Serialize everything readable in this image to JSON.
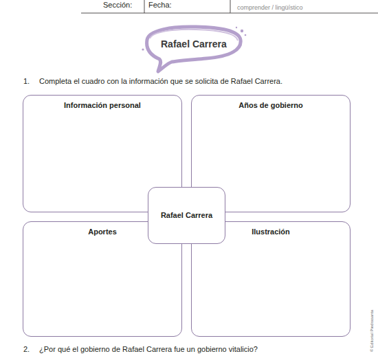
{
  "diagram": {
    "title": "Rafael Carrera",
    "nodes": [
      {
        "text": [
          "Información personal"
        ]
      },
      {
        "text": [
          "Años de gobierno"
        ]
      },
      {
        "text": [
          "Rafael Carrera"
        ]
      },
      {
        "text": [
          "Aportes"
        ]
      },
      {
        "text": [
          "Ilustración"
        ]
      }
    ],
    "labels": [
      "Sección:",
      "Fecha:",
      "comprender / lingüístico",
      "1.",
      "Completa el cuadro con la información que se solicita de Rafael Carrera.",
      "2.",
      "¿Por qué el gobierno de Rafael Carrera fue un gobierno vitalicio?",
      "© Editorial Piedrasanta"
    ]
  }
}
